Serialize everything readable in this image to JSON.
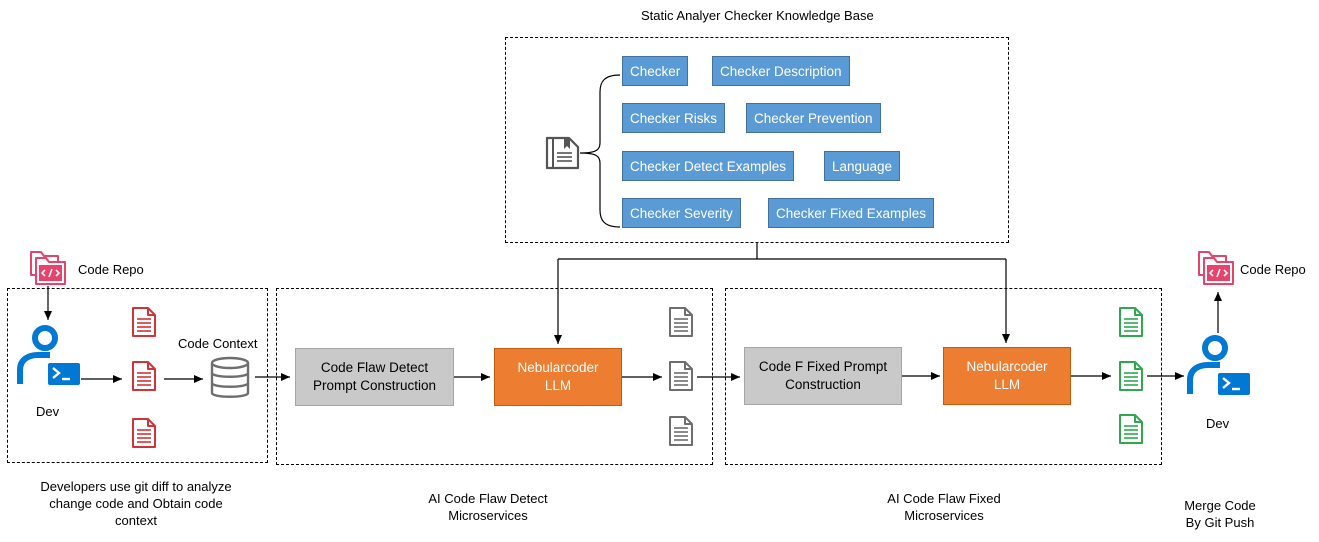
{
  "knowledge_base": {
    "title": "Static Analyer Checker Knowledge Base",
    "items": [
      "Checker",
      "Checker Description",
      "Checker Risks",
      "Checker Prevention",
      "Checker Detect Examples",
      "Language",
      "Checker Severity",
      "Checker Fixed Examples"
    ]
  },
  "left": {
    "repo_label": "Code Repo",
    "dev_label": "Dev",
    "context_label": "Code Context",
    "caption_lines": [
      "Developers use git diff  to analyze",
      "change code and Obtain code",
      "context"
    ]
  },
  "detect": {
    "prompt_box": [
      "Code Flaw  Detect",
      "Prompt Construction"
    ],
    "llm_box": [
      "Nebularcoder",
      "LLM"
    ],
    "caption_lines": [
      "AI Code Flaw Detect",
      "Microservices"
    ]
  },
  "fix": {
    "prompt_box": [
      "Code F  Fixed Prompt",
      "Construction"
    ],
    "llm_box": [
      "Nebularcoder",
      "LLM"
    ],
    "caption_lines": [
      "AI Code Flaw Fixed",
      "Microservices"
    ]
  },
  "right": {
    "repo_label": "Code Repo",
    "dev_label": "Dev",
    "caption_lines": [
      "Merge Code",
      "By Git Push"
    ]
  },
  "colors": {
    "kb_item": "#5b9bd5",
    "prompt_box": "#c9c9c9",
    "llm_box": "#ed7d31",
    "dev_icon": "#0078d4",
    "repo_icon": "#e8446b",
    "doc_red": "#d13438",
    "doc_grey": "#6e6e6e",
    "doc_green": "#2fa84f"
  },
  "icons": [
    "book-icon",
    "folder-code-icon",
    "developer-icon",
    "document-icon",
    "database-icon"
  ]
}
